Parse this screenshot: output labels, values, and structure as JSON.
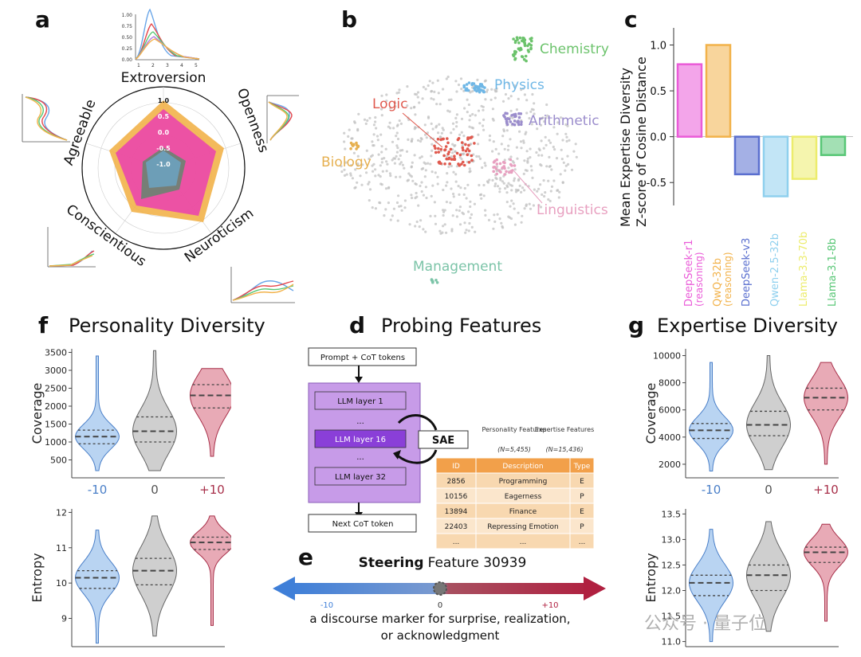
{
  "panels": {
    "a": {
      "label": "a",
      "axes": [
        "Extroversion",
        "Openness",
        "Neuroticism",
        "Conscientious",
        "Agreeable"
      ],
      "radial_ticks": [
        "1.0",
        "0.5",
        "0.0",
        "-0.5",
        "-1.0"
      ],
      "inset_ticks_top": [
        "1.00",
        "0.75",
        "0.50",
        "0.25",
        "0.00"
      ],
      "inset_x_ticks": [
        "1",
        "2",
        "3",
        "4",
        "5"
      ]
    },
    "b": {
      "label": "b",
      "clusters": [
        "Chemistry",
        "Physics",
        "Logic",
        "Arithmetic",
        "Biology",
        "Linguistics",
        "Management"
      ],
      "colors": {
        "Chemistry": "#6cc36c",
        "Physics": "#6fb7e6",
        "Logic": "#e05a4f",
        "Arithmetic": "#9b8dcc",
        "Biology": "#e6b050",
        "Linguistics": "#e8a0c0",
        "Management": "#7cc4a8"
      }
    },
    "c": {
      "label": "c",
      "ylabel_line1": "Mean Expertise Diversity",
      "ylabel_line2": "Z-score of Cosine Distance",
      "yticks": [
        "1.0",
        "0.5",
        "0.0",
        "-0.5"
      ]
    },
    "d": {
      "label": "d",
      "title": "Probing Features",
      "input_box": "Prompt + CoT tokens",
      "layers": [
        "LLM layer 1",
        "...",
        "LLM layer 16",
        "...",
        "LLM layer 32"
      ],
      "output_box": "Next CoT token",
      "sae": "SAE",
      "personality_header": "Personality Features",
      "personality_n": "(N=5,455)",
      "expertise_header": "Expertise Features",
      "expertise_n": "(N=15,436)",
      "table_columns": [
        "ID",
        "Description",
        "Type"
      ],
      "table_rows": [
        [
          "2856",
          "Programming",
          "E"
        ],
        [
          "10156",
          "Eagerness",
          "P"
        ],
        [
          "13894",
          "Finance",
          "E"
        ],
        [
          "22403",
          "Repressing Emotion",
          "P"
        ],
        [
          "...",
          "...",
          "..."
        ]
      ]
    },
    "e": {
      "label": "e",
      "title_bold": "Steering",
      "title_rest": "Feature 30939",
      "left_tick": "-10",
      "center_tick": "0",
      "right_tick": "+10",
      "caption_line1": "a discourse marker for surprise, realization,",
      "caption_line2": "or acknowledgment"
    },
    "f": {
      "label": "f",
      "title": "Personality Diversity",
      "top_ylabel": "Coverage",
      "top_yticks": [
        "3500",
        "3000",
        "2500",
        "2000",
        "1500",
        "1000",
        "500"
      ],
      "bottom_ylabel": "Entropy",
      "bottom_yticks": [
        "12",
        "11",
        "10",
        "9"
      ],
      "x_labels": [
        "-10",
        "0",
        "+10"
      ]
    },
    "g": {
      "label": "g",
      "title": "Expertise Diversity",
      "top_ylabel": "Coverage",
      "top_yticks": [
        "10000",
        "8000",
        "6000",
        "4000",
        "2000"
      ],
      "bottom_ylabel": "Entropy",
      "bottom_yticks": [
        "13.5",
        "13.0",
        "12.5",
        "12.0",
        "11.5",
        "11.0"
      ],
      "x_labels": [
        "-10",
        "0",
        "+10"
      ]
    }
  },
  "watermark": "公众号 · 量子位",
  "chart_data": [
    {
      "type": "bar",
      "categories": [
        "DeepSeek-r1 (reasoning)",
        "QwQ-32b (reasoning)",
        "DeepSeek-v3",
        "Qwen-2.5-32b",
        "Llama-3.3-70b",
        "Llama-3.1-8b"
      ],
      "values": [
        0.79,
        1.0,
        -0.41,
        -0.65,
        -0.46,
        -0.2
      ],
      "colors": [
        "#ea5bd8",
        "#f2b24a",
        "#5a6fcf",
        "#8fd0ee",
        "#ecec6c",
        "#58c776"
      ],
      "ylim": [
        -0.75,
        1.1
      ]
    },
    {
      "type": "violin",
      "title": "Personality Diversity",
      "x": [
        "-10",
        "0",
        "+10"
      ],
      "ylabel": "Coverage",
      "ylim": [
        0,
        3600
      ],
      "medians": [
        1150,
        1300,
        2300
      ],
      "q1": [
        950,
        1000,
        1950
      ],
      "q3": [
        1330,
        1700,
        2600
      ],
      "min": [
        200,
        200,
        600
      ],
      "max": [
        3400,
        3550,
        3050
      ]
    },
    {
      "type": "violin",
      "x": [
        "-10",
        "0",
        "+10"
      ],
      "ylabel": "Entropy",
      "ylim": [
        8.2,
        12.1
      ],
      "medians": [
        10.15,
        10.35,
        11.15
      ],
      "q1": [
        9.85,
        9.95,
        10.95
      ],
      "q3": [
        10.35,
        10.7,
        11.3
      ],
      "min": [
        8.3,
        8.5,
        8.8
      ],
      "max": [
        11.5,
        11.9,
        11.9
      ]
    },
    {
      "type": "violin",
      "title": "Expertise Diversity",
      "x": [
        "-10",
        "0",
        "+10"
      ],
      "ylabel": "Coverage",
      "ylim": [
        1000,
        10500
      ],
      "medians": [
        4500,
        4900,
        6900
      ],
      "q1": [
        3900,
        4100,
        6000
      ],
      "q3": [
        5000,
        5900,
        7600
      ],
      "min": [
        1500,
        1600,
        2000
      ],
      "max": [
        9500,
        10000,
        9500
      ]
    },
    {
      "type": "violin",
      "x": [
        "-10",
        "0",
        "+10"
      ],
      "ylabel": "Entropy",
      "ylim": [
        10.9,
        13.6
      ],
      "medians": [
        12.15,
        12.3,
        12.75
      ],
      "q1": [
        11.9,
        12.0,
        12.55
      ],
      "q3": [
        12.3,
        12.5,
        12.85
      ],
      "min": [
        11.0,
        11.2,
        11.4
      ],
      "max": [
        13.2,
        13.35,
        13.3
      ]
    }
  ]
}
